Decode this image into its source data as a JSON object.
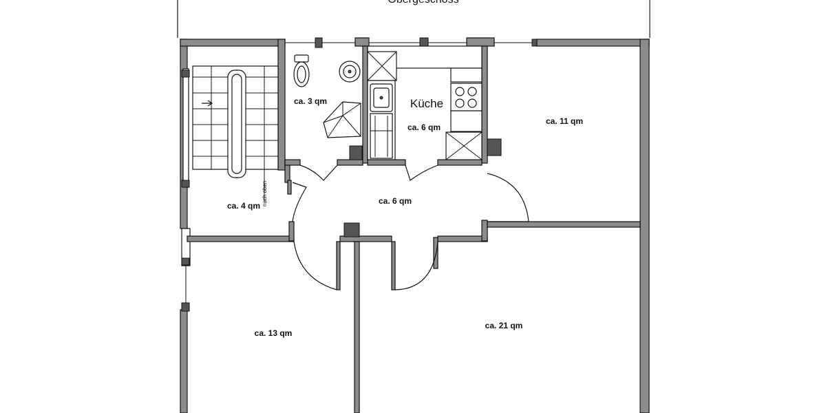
{
  "plan": {
    "floor_title": "Obergeschoss",
    "rooms": {
      "bath": "ca. 3 qm",
      "kitchen_name": "Küche",
      "kitchen_area": "ca. 6 qm",
      "room_11": "ca. 11 qm",
      "stair_area": "ca. 4 qm",
      "hall": "ca. 6 qm",
      "room_13": "ca. 13 qm",
      "room_21": "ca. 21 qm"
    },
    "stair_note": "nach oben"
  }
}
